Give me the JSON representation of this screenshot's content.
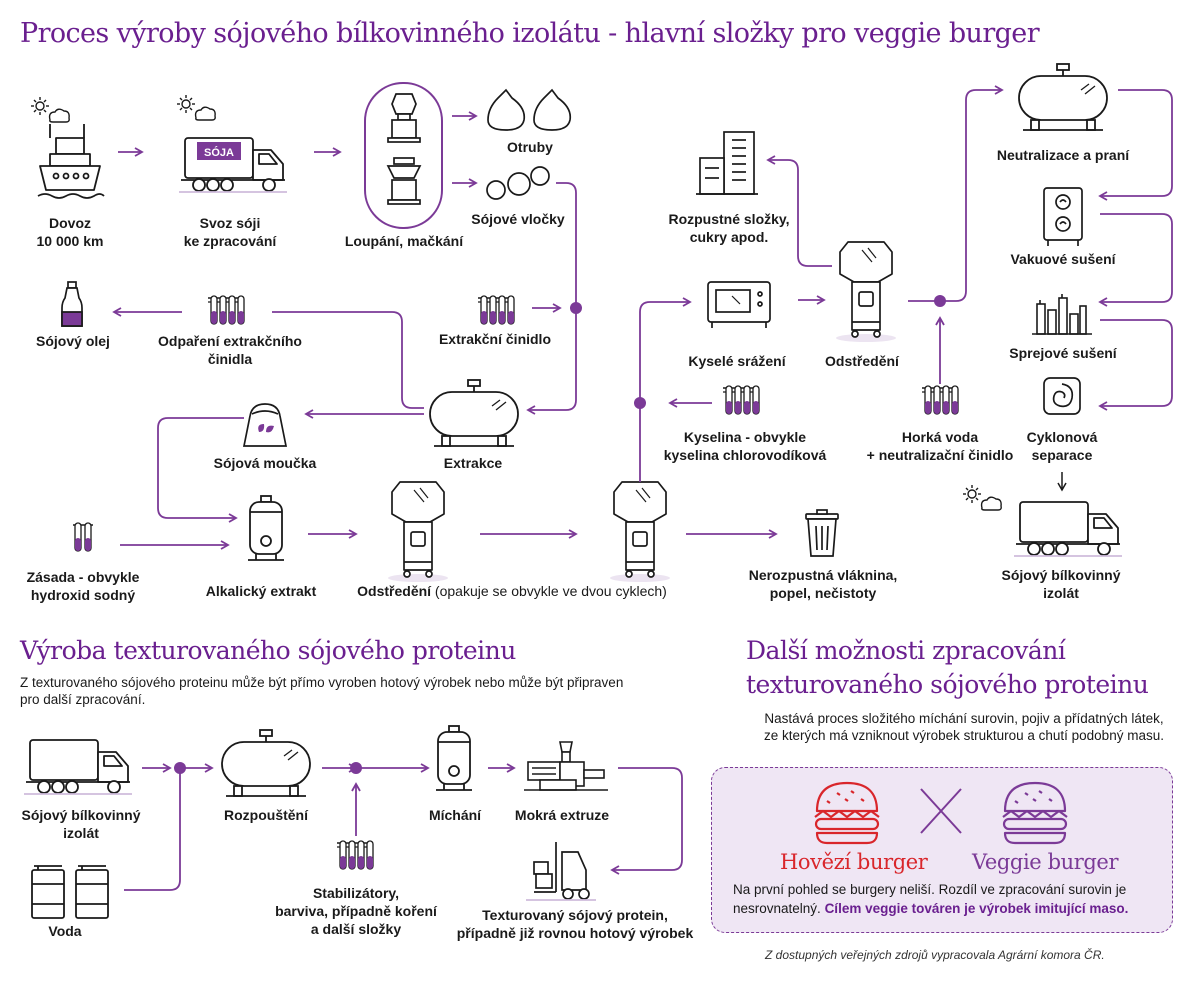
{
  "titles": {
    "main": "Proces výroby sójového bílkovinného izolátu - hlavní složky pro veggie burger",
    "textured": "Výroba texturovaného sójového proteinu",
    "further_line1": "Další možnosti zpracování",
    "further_line2": "texturovaného sójového proteinu"
  },
  "labels": {
    "dovoz_1": "Dovoz",
    "dovoz_2": "10 000 km",
    "svoz_1": "Svoz sóji",
    "svoz_2": "ke zpracování",
    "truck_text": "SÓJA",
    "loupani": "Loupání, mačkání",
    "otruby": "Otruby",
    "vlocky": "Sójové vločky",
    "extrakcni_cinidlo": "Extrakční činidlo",
    "odpareni_1": "Odpaření extrakčního",
    "odpareni_2": "činidla",
    "olej": "Sójový olej",
    "extrakce": "Extrakce",
    "moucka": "Sójová moučka",
    "zasada_1": "Zásada - obvykle",
    "zasada_2": "hydroxid sodný",
    "alkalicky": "Alkalický extrakt",
    "odstredeni_bold": "Odstředění",
    "odstredeni_note": " (opakuje se obvykle ve dvou cyklech)",
    "nerozpustna_1": "Nerozpustná vláknina,",
    "nerozpustna_2": "popel, nečistoty",
    "rozpustne_1": "Rozpustné složky,",
    "rozpustne_2": "cukry apod.",
    "kysele": "Kyselé srážení",
    "odstredeni2": "Odstředění",
    "kyselina_1": "Kyselina - obvykle",
    "kyselina_2": "kyselina chlorovodíková",
    "hotwater_1": "Horká voda",
    "hotwater_2": "+ neutralizační činidlo",
    "neutralizace": "Neutralizace a praní",
    "vakuove": "Vakuové sušení",
    "sprejove": "Sprejové sušení",
    "cyklon_1": "Cyklonová",
    "cyklon_2": "separace",
    "izolat_1": "Sójový bílkovinný",
    "izolat_2": "izolát"
  },
  "textured": {
    "intro_1": "Z texturovaného sójového proteinu může být přímo vyroben hotový výrobek nebo může být připraven",
    "intro_2": "pro další zpracování.",
    "izolat_1": "Sójový bílkovinný",
    "izolat_2": "izolát",
    "voda": "Voda",
    "rozpousteni": "Rozpouštění",
    "stabil_1": "Stabilizátory,",
    "stabil_2": "barviva, případně koření",
    "stabil_3": "a další složky",
    "michani": "Míchání",
    "extruze": "Mokrá extruze",
    "tsp_1": "Texturovaný sójový protein,",
    "tsp_2": "případně již rovnou hotový výrobek"
  },
  "further": {
    "intro_1": "Nastává proces složitého míchání surovin, pojiv a přídatných látek,",
    "intro_2": "ze kterých má vzniknout výrobek strukturou a chutí podobný masu.",
    "beef": "Hovězí burger",
    "veggie": "Veggie burger",
    "note_plain": "Na první pohled se burgery neliší. Rozdíl ve zpracování surovin je nesrovnatelný. ",
    "note_bold": "Cílem veggie továren je výrobek imitující maso."
  },
  "source": "Z dostupných veřejných zdrojů vypracovala Agrární komora ČR.",
  "colors": {
    "accent": "#6a1f8f",
    "line": "#7b3a97",
    "beef_red": "#d9262b",
    "veggie_purple": "#7b3a97",
    "box_bg": "#efe6f4"
  },
  "icons": [
    "sun-cloud-icon",
    "ship-icon",
    "truck-icon",
    "dehuller-icon",
    "bag-icon",
    "flake-icon",
    "test-tubes-icon",
    "bottle-icon",
    "tank-icon",
    "flour-sack-icon",
    "alkaline-tank-icon",
    "centrifuge-icon",
    "trash-icon",
    "building-icon",
    "oven-icon",
    "dryer-icon",
    "spray-dryer-icon",
    "cyclone-icon",
    "barrel-icon",
    "extruder-icon",
    "forklift-icon",
    "burger-icon",
    "versus-cross-icon"
  ]
}
